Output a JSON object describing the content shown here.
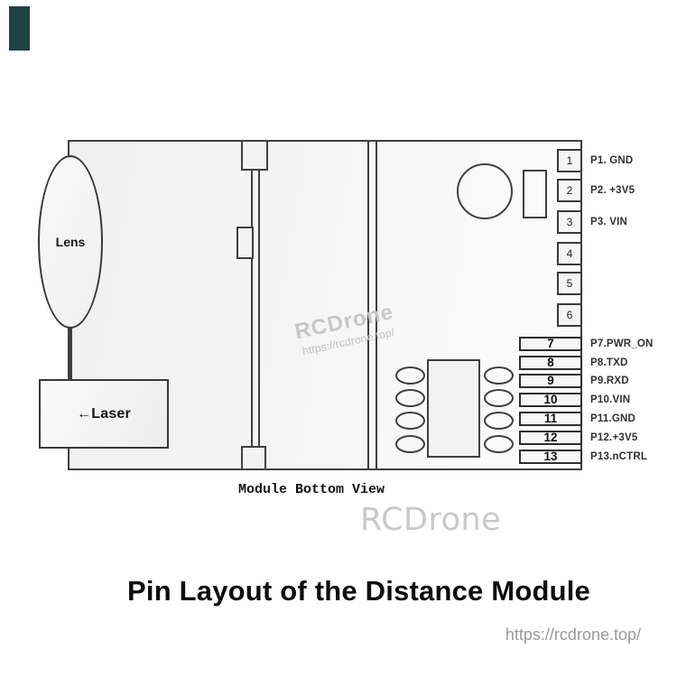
{
  "title": "Pin Layout of the Distance Module",
  "footer_url": "https://rcdrone.top/",
  "module": {
    "caption": "Module Bottom View",
    "lens_label": "Lens",
    "laser_arrow": "←",
    "laser_label": "Laser"
  },
  "pins_top": [
    {
      "num": "1",
      "label": "P1. GND"
    },
    {
      "num": "2",
      "label": "P2. +3V5"
    },
    {
      "num": "3",
      "label": "P3. VIN"
    },
    {
      "num": "4",
      "label": ""
    },
    {
      "num": "5",
      "label": ""
    },
    {
      "num": "6",
      "label": ""
    }
  ],
  "pins_bottom": [
    {
      "num": "7",
      "label": "P7.PWR_ON"
    },
    {
      "num": "8",
      "label": "P8.TXD"
    },
    {
      "num": "9",
      "label": "P9.RXD"
    },
    {
      "num": "10",
      "label": "P10.VIN"
    },
    {
      "num": "11",
      "label": "P11.GND"
    },
    {
      "num": "12",
      "label": "P12.+3V5"
    },
    {
      "num": "13",
      "label": "P13.nCTRL"
    }
  ],
  "watermarks": {
    "inner_brand": "RCDrone",
    "inner_url": "https://rcdrone.top/",
    "big_brand": "RCDrone"
  },
  "colors": {
    "corner_mark": "#1e4345",
    "stroke": "#3f3f3f",
    "watermark_gray": "#c8c8c8"
  }
}
